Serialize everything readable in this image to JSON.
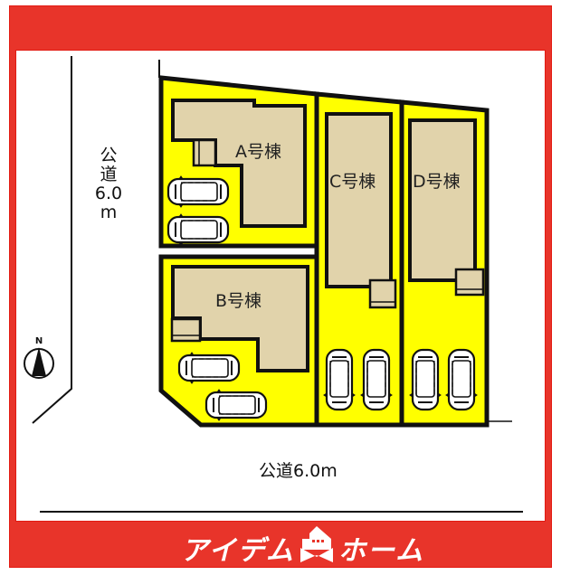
{
  "colors": {
    "frame_red": "#e8342a",
    "lot_yellow": "#ffff00",
    "building_beige": "#e1d3ab",
    "outline_black": "#111111",
    "background": "#ffffff"
  },
  "roads": {
    "west": {
      "label_lines": [
        "公",
        "道",
        "6.0",
        "m"
      ],
      "label": "公道6.0m"
    },
    "south": {
      "label": "公道6.0m"
    }
  },
  "compass": {
    "label": "N"
  },
  "lots": [
    {
      "id": "A",
      "label": "A号棟",
      "parking_spaces": 2,
      "parking_orientation": "horizontal"
    },
    {
      "id": "B",
      "label": "B号棟",
      "parking_spaces": 2,
      "parking_orientation": "horizontal"
    },
    {
      "id": "C",
      "label": "C号棟",
      "parking_spaces": 2,
      "parking_orientation": "vertical"
    },
    {
      "id": "D",
      "label": "D号棟",
      "parking_spaces": 2,
      "parking_orientation": "vertical"
    }
  ],
  "logo": {
    "text_left": "アイデム",
    "text_right": "ホーム",
    "mark": "house-icon"
  }
}
